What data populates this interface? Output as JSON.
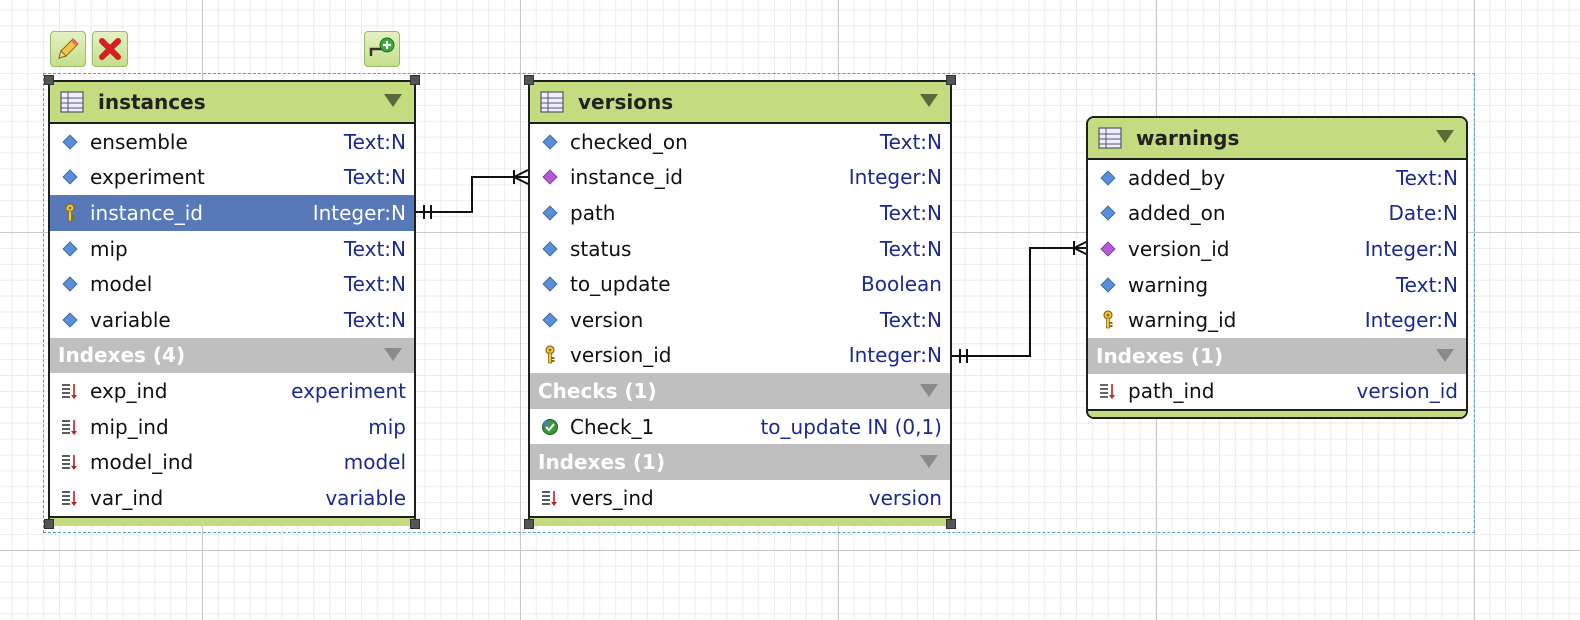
{
  "toolbar": {
    "edit_icon": "pencil-icon",
    "delete_icon": "red-x-icon",
    "add_relation_icon": "add-relation-icon"
  },
  "colors": {
    "header": "#c3dc7f",
    "section": "#bfbfbf",
    "selected_row": "#5779b8",
    "type_text": "#1a2a90",
    "selection_border": "#5b9bd5"
  },
  "tables": [
    {
      "name": "instances",
      "columns": [
        {
          "name": "ensemble",
          "type": "Text:N",
          "icon": "blue-diamond"
        },
        {
          "name": "experiment",
          "type": "Text:N",
          "icon": "blue-diamond"
        },
        {
          "name": "instance_id",
          "type": "Integer:N",
          "icon": "key",
          "selected": true
        },
        {
          "name": "mip",
          "type": "Text:N",
          "icon": "blue-diamond"
        },
        {
          "name": "model",
          "type": "Text:N",
          "icon": "blue-diamond"
        },
        {
          "name": "variable",
          "type": "Text:N",
          "icon": "blue-diamond"
        }
      ],
      "indexes_label": "Indexes (4)",
      "indexes": [
        {
          "name": "exp_ind",
          "column": "experiment"
        },
        {
          "name": "mip_ind",
          "column": "mip"
        },
        {
          "name": "model_ind",
          "column": "model"
        },
        {
          "name": "var_ind",
          "column": "variable"
        }
      ]
    },
    {
      "name": "versions",
      "columns": [
        {
          "name": "checked_on",
          "type": "Text:N",
          "icon": "blue-diamond"
        },
        {
          "name": "instance_id",
          "type": "Integer:N",
          "icon": "purple-diamond"
        },
        {
          "name": "path",
          "type": "Text:N",
          "icon": "blue-diamond"
        },
        {
          "name": "status",
          "type": "Text:N",
          "icon": "blue-diamond"
        },
        {
          "name": "to_update",
          "type": "Boolean",
          "icon": "blue-diamond"
        },
        {
          "name": "version",
          "type": "Text:N",
          "icon": "blue-diamond"
        },
        {
          "name": "version_id",
          "type": "Integer:N",
          "icon": "key"
        }
      ],
      "checks_label": "Checks (1)",
      "checks": [
        {
          "name": "Check_1",
          "expr": "to_update IN (0,1)"
        }
      ],
      "indexes_label": "Indexes (1)",
      "indexes": [
        {
          "name": "vers_ind",
          "column": "version"
        }
      ]
    },
    {
      "name": "warnings",
      "columns": [
        {
          "name": "added_by",
          "type": "Text:N",
          "icon": "blue-diamond"
        },
        {
          "name": "added_on",
          "type": "Date:N",
          "icon": "blue-diamond"
        },
        {
          "name": "version_id",
          "type": "Integer:N",
          "icon": "purple-diamond"
        },
        {
          "name": "warning",
          "type": "Text:N",
          "icon": "blue-diamond"
        },
        {
          "name": "warning_id",
          "type": "Integer:N",
          "icon": "key"
        }
      ],
      "indexes_label": "Indexes (1)",
      "indexes": [
        {
          "name": "path_ind",
          "column": "version_id"
        }
      ]
    }
  ]
}
